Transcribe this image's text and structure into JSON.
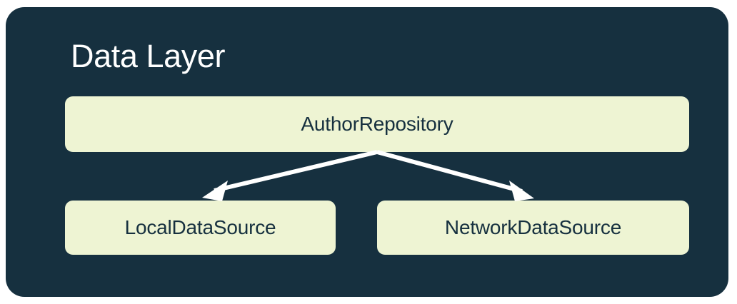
{
  "diagram": {
    "type": "architecture-layer-diagram",
    "title": "Data Layer",
    "panel_color": "#16303f",
    "node_color": "#eef4d3",
    "node_text_color": "#16303f",
    "arrow_color": "#ffffff",
    "page_background": "#ffffff",
    "nodes": [
      {
        "id": "author-repository",
        "label": "AuthorRepository",
        "role": "repository"
      },
      {
        "id": "local-data-source",
        "label": "LocalDataSource",
        "role": "data-source"
      },
      {
        "id": "network-data-source",
        "label": "NetworkDataSource",
        "role": "data-source"
      }
    ],
    "edges": [
      {
        "from": "author-repository",
        "to": "local-data-source",
        "style": "solid-arrow"
      },
      {
        "from": "author-repository",
        "to": "network-data-source",
        "style": "solid-arrow"
      }
    ]
  }
}
